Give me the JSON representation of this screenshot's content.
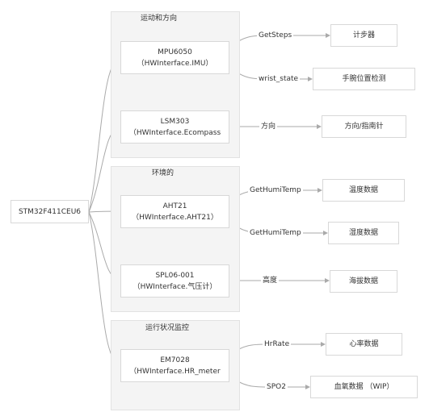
{
  "root": {
    "label": "STM32F411CEU6"
  },
  "groups": {
    "motion": {
      "title": "运动和方向"
    },
    "env": {
      "title": "环境的"
    },
    "status": {
      "title": "运行状况监控"
    }
  },
  "sensors": {
    "mpu": {
      "name": "MPU6050",
      "iface": "（HWInterface.IMU）"
    },
    "lsm": {
      "name": "LSM303",
      "iface": "（HWInterface.Ecompass"
    },
    "aht": {
      "name": "AHT21",
      "iface": "（HWInterface.AHT21）"
    },
    "spl": {
      "name": "SPL06-001",
      "iface": "（HWInterface.气压计）"
    },
    "em": {
      "name": "EM7028",
      "iface": "（HWInterface.HR_meter"
    }
  },
  "outputs": {
    "steps": "计步器",
    "wrist": "手腕位置检测",
    "compass": "方向/指南针",
    "temp": "温度数据",
    "humi": "湿度数据",
    "alt": "海拔数据",
    "hr": "心率数据",
    "spo2": "血氧数据 （WIP）"
  },
  "edge_labels": {
    "getsteps": "GetSteps",
    "wrist_state": "wrist_state",
    "direction": "方向",
    "gethumitemp1": "GetHumiTemp",
    "gethumitemp2": "GetHumiTemp",
    "altitude": "高度",
    "hrrate": "HrRate",
    "spo2": "SPO2"
  },
  "colors": {
    "edge": "#aaaaaa",
    "group_bg": "#f4f4f4",
    "node_border": "#d8d8d8"
  }
}
